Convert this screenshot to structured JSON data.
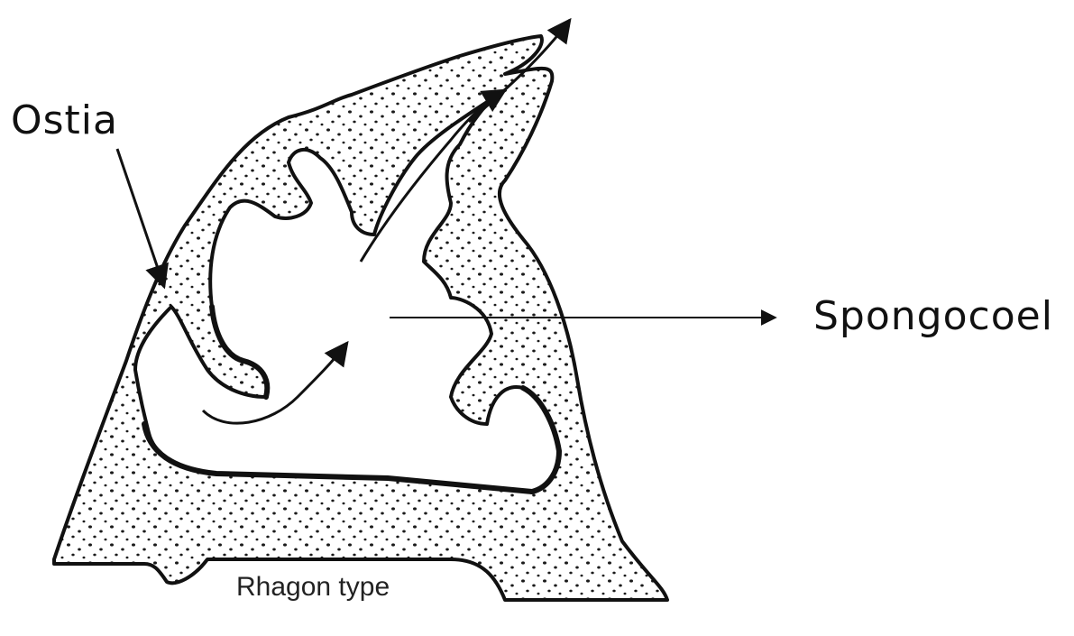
{
  "labels": {
    "ostia": "Ostia",
    "spongocoel": "Spongocoel",
    "caption": "Rhagon type"
  },
  "colors": {
    "ink": "#111111",
    "dots": "#1a1a1a",
    "background": "#ffffff"
  }
}
